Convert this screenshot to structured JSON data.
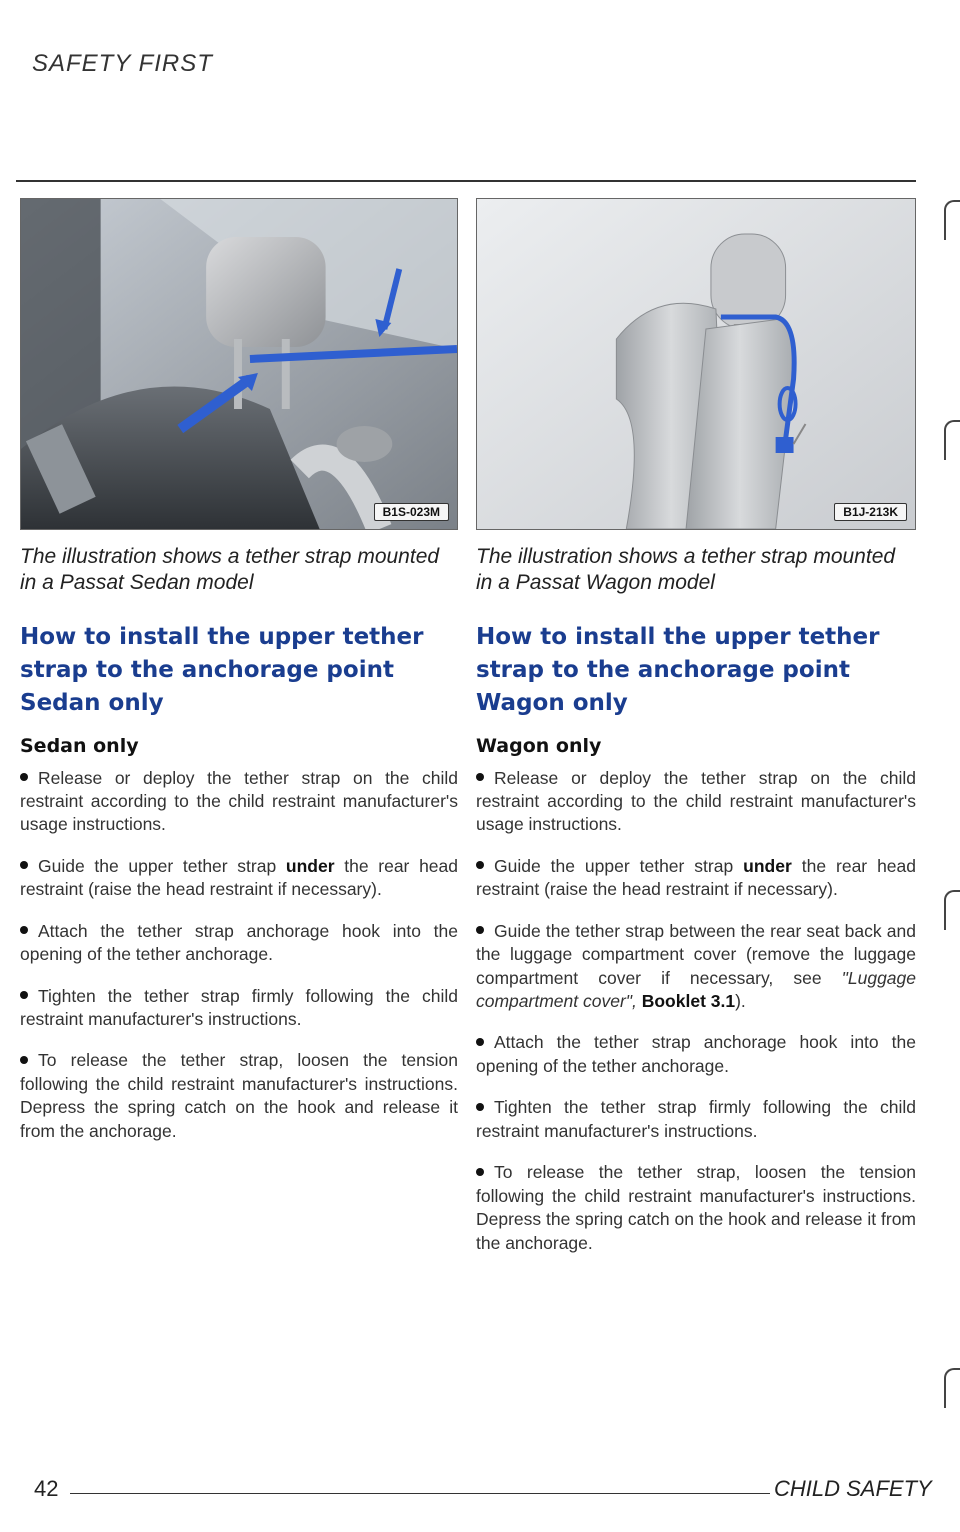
{
  "header": {
    "title": "SAFETY FIRST"
  },
  "left": {
    "figure_code": "B1S-023M",
    "caption": "The illustration shows a tether strap mounted in a Passat Sedan model",
    "section_title": "How to install the upper tether strap to the anchorage point Sedan only",
    "subtitle": "Sedan only",
    "bullets": [
      {
        "text": "Release or deploy the tether strap on the child restraint according to the child restraint manufacturer's usage instructions."
      },
      {
        "pre": "Guide the upper tether strap ",
        "bold": "under",
        "post": " the rear head restraint (raise the head restraint if necessary)."
      },
      {
        "text": "Attach the tether strap anchorage hook into the opening of the tether anchorage."
      },
      {
        "text": "Tighten the tether strap firmly following the child restraint manufacturer's instructions."
      },
      {
        "text": "To release the tether strap, loosen the tension following the child restraint manufacturer's instructions. Depress the spring catch on the hook and release it from the anchorage."
      }
    ]
  },
  "right": {
    "figure_code": "B1J-213K",
    "caption": "The illustration shows a tether strap mounted in a Passat Wagon model",
    "section_title": "How to install the upper tether strap to the anchorage point Wagon only",
    "subtitle": "Wagon only",
    "bullets": [
      {
        "text": "Release or deploy the tether strap on the child restraint according to the child restraint manufacturer's usage instructions."
      },
      {
        "pre": "Guide the upper tether strap ",
        "bold": "under",
        "post": " the rear head restraint (raise the head restraint if necessary)."
      },
      {
        "pre": "Guide the tether strap between the rear seat back and the luggage compartment cover (remove the luggage compartment cover if necessary, see ",
        "italic": "\"Luggage compartment cover\", ",
        "bold": "Booklet 3.1",
        "post": ")."
      },
      {
        "text": "Attach the tether strap anchorage hook into the opening of the tether anchorage."
      },
      {
        "text": "Tighten the tether strap firmly following the child restraint manufacturer's instructions."
      },
      {
        "text": "To release the tether strap, loosen the tension following the child restraint manufacturer's instructions. Depress the spring catch on the hook and release it from the anchorage."
      }
    ]
  },
  "footer": {
    "page_number": "42",
    "section_label": "CHILD SAFETY"
  },
  "colors": {
    "heading_blue": "#1a3d8f",
    "strap_blue": "#2f5fd0"
  }
}
